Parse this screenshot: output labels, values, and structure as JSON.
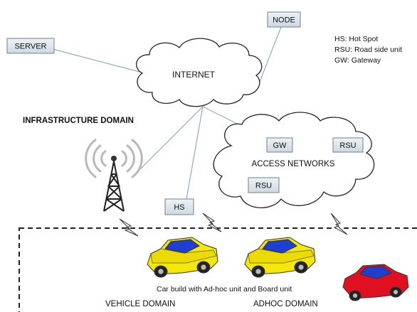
{
  "nodes": {
    "server": "SERVER",
    "node": "NODE",
    "internet": "INTERNET",
    "gw": "GW",
    "rsu_right": "RSU",
    "rsu_bottom": "RSU",
    "hs": "HS"
  },
  "labels": {
    "infrastructure": "INFRASTRUCTURE DOMAIN",
    "access_networks": "ACCESS NETWORKS",
    "car_caption": "Car build with Ad-hoc unit and Board  unit",
    "vehicle_domain": "VEHICLE DOMAIN",
    "adhoc_domain": "ADHOC DOMAIN"
  },
  "legend": {
    "hs": "HS: Hot Spot",
    "rsu": "RSU: Road side unit",
    "gw": "GW: Gateway"
  },
  "colors": {
    "box_fill": "#dfe6ee",
    "box_stroke": "#6f7f8f",
    "link": "#8faad0",
    "car_yellow": "#f5e70a",
    "car_blue": "#1f3fd0",
    "car_red": "#e01020"
  }
}
